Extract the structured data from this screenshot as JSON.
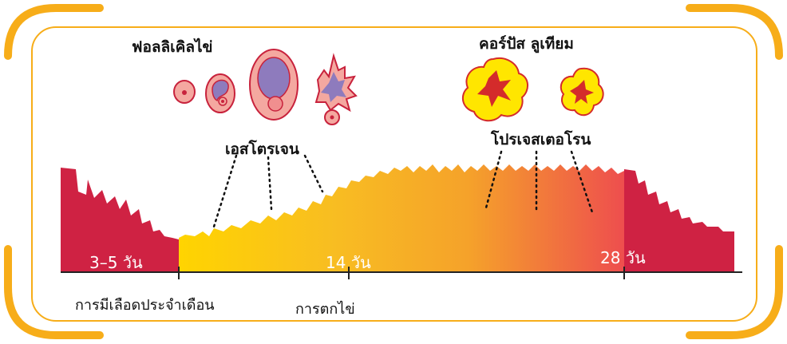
{
  "colors": {
    "frame": "#f7ad19",
    "menstrual": "#cf2243",
    "gradient_start": "#ffd400",
    "gradient_mid": "#f5a22a",
    "gradient_end": "#ee4e4e",
    "follicle_fill": "#f4a8a0",
    "follicle_stroke": "#c8223c",
    "follicle_core": "#8e7bbd",
    "corpus_fill": "#ffe600",
    "corpus_core": "#d42b2b"
  },
  "labels": {
    "follicle": "ฟอลลิเคิลไข่",
    "corpus_luteum": "คอร์ปัส ลูเทียม",
    "estrogen": "เอสโตรเจน",
    "progesterone": "โปรเจสเตอโรน",
    "menstruation": "การมีเลือดประจำเดือน",
    "ovulation": "การตกไข่"
  },
  "days": {
    "menses": "3–5 วัน",
    "ovulation_day": "14 วัน",
    "cycle_end": "28 วัน"
  },
  "icons": [
    "follicle-icon",
    "corpus-luteum-icon"
  ]
}
